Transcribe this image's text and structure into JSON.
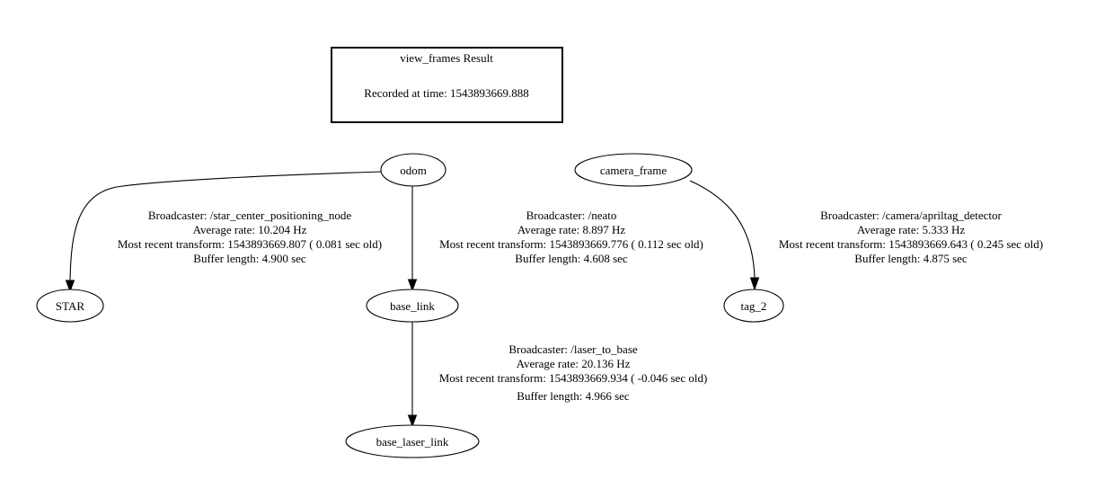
{
  "header": {
    "title": "view_frames Result",
    "recorded": "Recorded at time: 1543893669.888"
  },
  "nodes": {
    "odom": "odom",
    "camera_frame": "camera_frame",
    "star": "STAR",
    "base_link": "base_link",
    "tag_2": "tag_2",
    "base_laser_link": "base_laser_link"
  },
  "edges": {
    "odom_star": [
      "Broadcaster: /star_center_positioning_node",
      "Average rate: 10.204 Hz",
      "Most recent transform: 1543893669.807 ( 0.081 sec old)",
      "Buffer length: 4.900 sec"
    ],
    "odom_base_link": [
      "Broadcaster: /neato",
      "Average rate: 8.897 Hz",
      "Most recent transform: 1543893669.776 ( 0.112 sec old)",
      "Buffer length: 4.608 sec"
    ],
    "camera_tag": [
      "Broadcaster: /camera/apriltag_detector",
      "Average rate: 5.333 Hz",
      "Most recent transform: 1543893669.643 ( 0.245 sec old)",
      "Buffer length: 4.875 sec"
    ],
    "base_laser": [
      "Broadcaster: /laser_to_base",
      "Average rate: 20.136 Hz",
      "Most recent transform: 1543893669.934 ( -0.046 sec old)",
      "Buffer length: 4.966 sec"
    ]
  }
}
